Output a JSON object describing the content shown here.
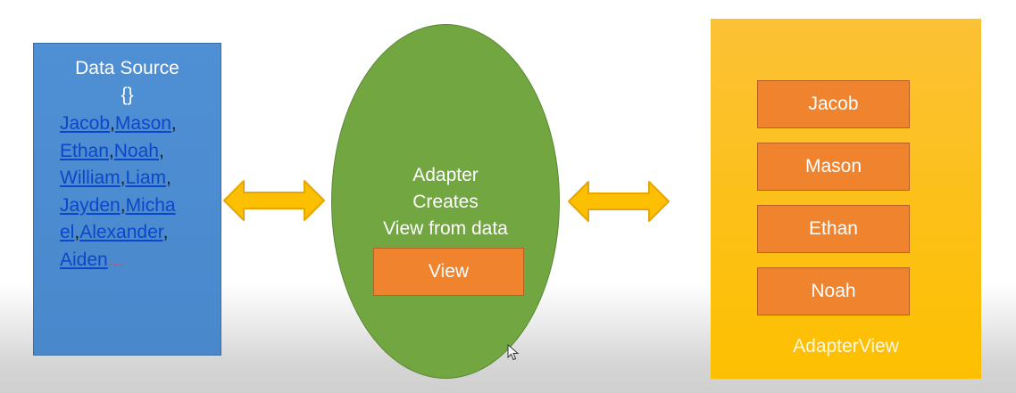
{
  "data_source": {
    "title": "Data Source",
    "braces": "{}",
    "lines": [
      [
        {
          "text": "Jacob",
          "link": true
        },
        {
          "text": ",",
          "link": false
        },
        {
          "text": "Mason",
          "link": true
        },
        {
          "text": ",",
          "link": false
        }
      ],
      [
        {
          "text": "Ethan",
          "link": true
        },
        {
          "text": ",",
          "link": false
        },
        {
          "text": "Noah",
          "link": true
        },
        {
          "text": ",",
          "link": false
        }
      ],
      [
        {
          "text": "William",
          "link": true
        },
        {
          "text": ",",
          "link": false
        },
        {
          "text": "Liam",
          "link": true
        },
        {
          "text": ",",
          "link": false
        }
      ],
      [
        {
          "text": "Jayden",
          "link": true
        },
        {
          "text": ",",
          "link": false
        },
        {
          "text": "Micha",
          "link": true
        }
      ],
      [
        {
          "text": "el",
          "link": true
        },
        {
          "text": ",",
          "link": false
        },
        {
          "text": "Alexander",
          "link": true
        },
        {
          "text": ",",
          "link": false
        }
      ],
      [
        {
          "text": "Aiden",
          "link": true
        },
        {
          "text": "...",
          "link": false,
          "ellipsis": true
        }
      ]
    ],
    "colors": {
      "fill": "#4f8fd3",
      "link": "#0b47c9",
      "ellipsis": "#e8434f"
    }
  },
  "adapter": {
    "line1": "Adapter",
    "line2": "Creates",
    "line3": "View from data",
    "view_label": "View",
    "colors": {
      "fill": "#72a641",
      "view_fill": "#f0832e"
    }
  },
  "adapter_view": {
    "items": [
      "Jacob",
      "Mason",
      "Ethan",
      "Noah"
    ],
    "label": "AdapterView",
    "colors": {
      "fill": "#fdc000",
      "item_fill": "#f0832e"
    }
  },
  "arrows": {
    "color": "#fdc000",
    "outline": "#e8a400"
  }
}
